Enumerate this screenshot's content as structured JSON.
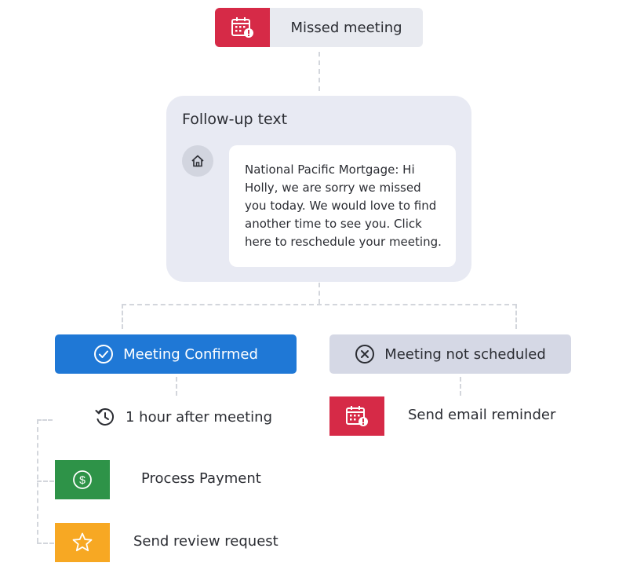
{
  "trigger": {
    "label": "Missed meeting",
    "icon": "calendar-alert-icon",
    "color": "#d62a47"
  },
  "followup": {
    "title": "Follow-up text",
    "avatar_icon": "home-icon",
    "message": "National Pacific Mortgage: Hi Holly, we are sorry we missed you today. We would love to find another time to see you. Click here to reschedule your meeting."
  },
  "branches": {
    "confirmed": {
      "label": "Meeting Confirmed",
      "icon": "check-circle-icon",
      "color": "#1f78d6",
      "timing": {
        "label": "1 hour after meeting",
        "icon": "history-icon"
      },
      "actions": [
        {
          "label": "Process Payment",
          "icon": "dollar-icon",
          "color": "#2e9348"
        },
        {
          "label": "Send review request",
          "icon": "star-icon",
          "color": "#f7a823"
        }
      ]
    },
    "not_scheduled": {
      "label": "Meeting not scheduled",
      "icon": "x-circle-icon",
      "color": "#d5d8e5",
      "actions": [
        {
          "label": "Send email reminder",
          "icon": "calendar-alert-icon",
          "color": "#d62a47"
        }
      ]
    }
  }
}
